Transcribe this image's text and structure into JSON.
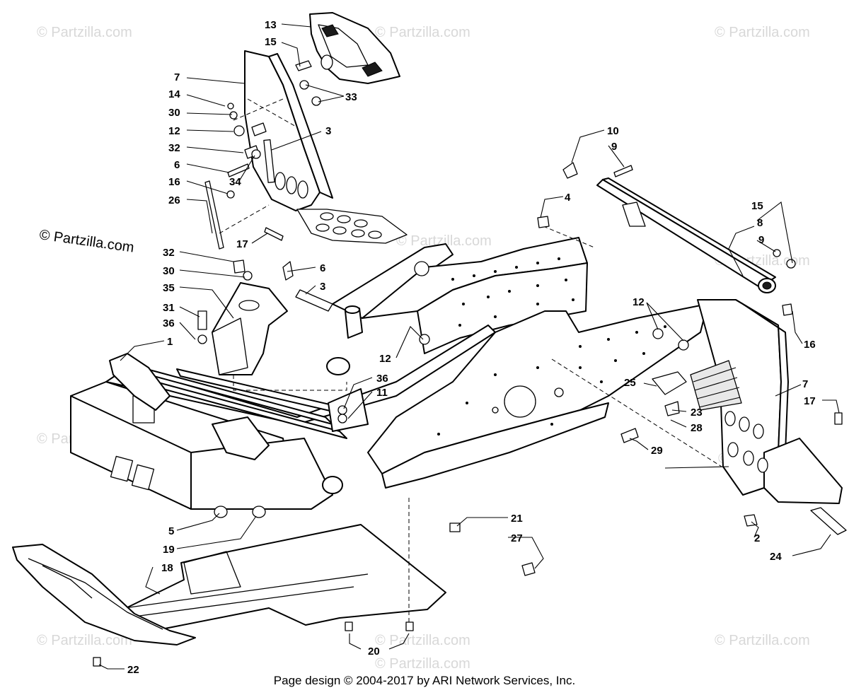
{
  "watermark": {
    "text": "© Partzilla.com",
    "prominent_text": "© Partzilla.com"
  },
  "footer": {
    "text": "Page design © 2004-2017 by ARI Network Services, Inc."
  },
  "callouts": [
    {
      "id": "c13",
      "label": "13"
    },
    {
      "id": "c15a",
      "label": "15"
    },
    {
      "id": "c7a",
      "label": "7"
    },
    {
      "id": "c14",
      "label": "14"
    },
    {
      "id": "c33",
      "label": "33"
    },
    {
      "id": "c30a",
      "label": "30"
    },
    {
      "id": "c12a",
      "label": "12"
    },
    {
      "id": "c3a",
      "label": "3"
    },
    {
      "id": "c32a",
      "label": "32"
    },
    {
      "id": "c6a",
      "label": "6"
    },
    {
      "id": "c34",
      "label": "34"
    },
    {
      "id": "c16a",
      "label": "16"
    },
    {
      "id": "c26",
      "label": "26"
    },
    {
      "id": "c17a",
      "label": "17"
    },
    {
      "id": "c32b",
      "label": "32"
    },
    {
      "id": "c30b",
      "label": "30"
    },
    {
      "id": "c6b",
      "label": "6"
    },
    {
      "id": "c35",
      "label": "35"
    },
    {
      "id": "c3b",
      "label": "3"
    },
    {
      "id": "c31",
      "label": "31"
    },
    {
      "id": "c36a",
      "label": "36"
    },
    {
      "id": "c1",
      "label": "1"
    },
    {
      "id": "c12b",
      "label": "12"
    },
    {
      "id": "c36b",
      "label": "36"
    },
    {
      "id": "c11",
      "label": "11"
    },
    {
      "id": "c10",
      "label": "10"
    },
    {
      "id": "c9a",
      "label": "9"
    },
    {
      "id": "c4",
      "label": "4"
    },
    {
      "id": "c15b",
      "label": "15"
    },
    {
      "id": "c8",
      "label": "8"
    },
    {
      "id": "c9b",
      "label": "9"
    },
    {
      "id": "c12c",
      "label": "12"
    },
    {
      "id": "c16b",
      "label": "16"
    },
    {
      "id": "c7b",
      "label": "7"
    },
    {
      "id": "c17b",
      "label": "17"
    },
    {
      "id": "c25",
      "label": "25"
    },
    {
      "id": "c23",
      "label": "23"
    },
    {
      "id": "c28",
      "label": "28"
    },
    {
      "id": "c29",
      "label": "29"
    },
    {
      "id": "c2",
      "label": "2"
    },
    {
      "id": "c24",
      "label": "24"
    },
    {
      "id": "c21",
      "label": "21"
    },
    {
      "id": "c27",
      "label": "27"
    },
    {
      "id": "c5",
      "label": "5"
    },
    {
      "id": "c19",
      "label": "19"
    },
    {
      "id": "c18",
      "label": "18"
    },
    {
      "id": "c20",
      "label": "20"
    },
    {
      "id": "c22",
      "label": "22"
    }
  ]
}
